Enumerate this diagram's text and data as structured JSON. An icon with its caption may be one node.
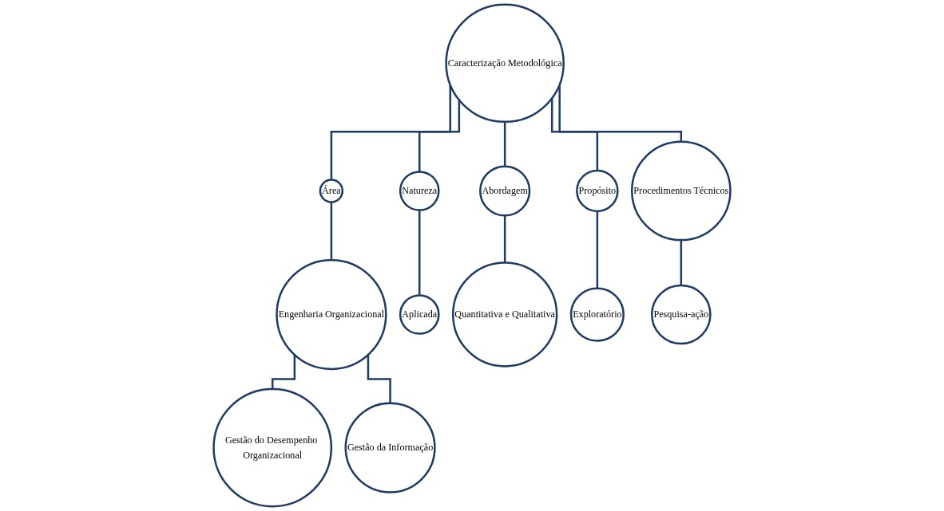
{
  "diagram": {
    "nodes": [
      {
        "text": [
          "Caracterização Metodológica"
        ]
      },
      {
        "text": [
          "Área"
        ]
      },
      {
        "text": [
          "Natureza"
        ]
      },
      {
        "text": [
          "Abordagem"
        ]
      },
      {
        "text": [
          "Propósito"
        ]
      },
      {
        "text": [
          "Procedimentos Técnicos"
        ]
      },
      {
        "text": [
          "Engenharia Organizacional"
        ]
      },
      {
        "text": [
          "Aplicada"
        ]
      },
      {
        "text": [
          "Quantitativa e Qualitativa"
        ]
      },
      {
        "text": [
          "Exploratório"
        ]
      },
      {
        "text": [
          "Pesquisa-ação"
        ]
      },
      {
        "text": [
          "Gestão do Desempenho Organizacional"
        ]
      },
      {
        "text": [
          "Gestão da Informação"
        ]
      }
    ],
    "edges": [
      {
        "from": 0,
        "to": 1,
        "arrow": "none"
      },
      {
        "from": 0,
        "to": 2,
        "arrow": "none"
      },
      {
        "from": 0,
        "to": 3,
        "arrow": "none"
      },
      {
        "from": 0,
        "to": 4,
        "arrow": "none"
      },
      {
        "from": 0,
        "to": 5,
        "arrow": "none"
      },
      {
        "from": 1,
        "to": 6,
        "arrow": "none"
      },
      {
        "from": 2,
        "to": 7,
        "arrow": "none"
      },
      {
        "from": 3,
        "to": 8,
        "arrow": "none"
      },
      {
        "from": 4,
        "to": 9,
        "arrow": "none"
      },
      {
        "from": 5,
        "to": 10,
        "arrow": "none"
      },
      {
        "from": 6,
        "to": 11,
        "arrow": "none"
      },
      {
        "from": 6,
        "to": 12,
        "arrow": "none"
      }
    ]
  }
}
